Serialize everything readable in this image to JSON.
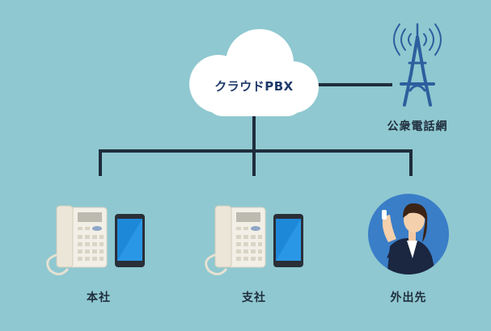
{
  "cloud": {
    "label": "クラウドPBX"
  },
  "public_network": {
    "label": "公衆電話網",
    "icon": "radio-tower-icon"
  },
  "locations": [
    {
      "label": "本社",
      "icons": [
        "desk-phone-icon",
        "smartphone-icon"
      ]
    },
    {
      "label": "支社",
      "icons": [
        "desk-phone-icon",
        "smartphone-icon"
      ]
    },
    {
      "label": "外出先",
      "icons": [
        "person-on-phone-icon"
      ]
    }
  ],
  "colors": {
    "background": "#8fc8d0",
    "line": "#1f2d3d",
    "cloud": "#ffffff",
    "tower": "#2d5f9e",
    "phone_screen": "#1e88d8",
    "person_circle": "#3a7ec8"
  }
}
